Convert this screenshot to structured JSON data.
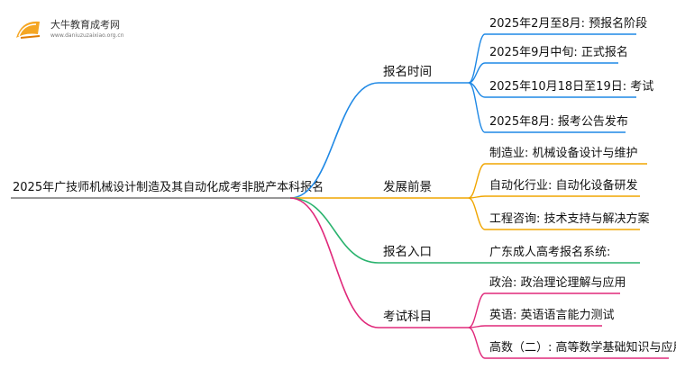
{
  "logo": {
    "icon": "book-icon",
    "name": "大牛教育成考网",
    "url": "www.daniuzuzaixiao.org.cn"
  },
  "root": "2025年广技师机械设计制造及其自动化成考非脱产本科报名",
  "branches": [
    {
      "label": "报名时间",
      "color": "#1e88e5",
      "leaves": [
        "2025年2月至8月: 预报名阶段",
        "2025年9月中旬: 正式报名",
        "2025年10月18日至19日: 考试",
        "2025年8月: 报考公告发布"
      ]
    },
    {
      "label": "发展前景",
      "color": "#f0a500",
      "leaves": [
        "制造业: 机械设备设计与维护",
        "自动化行业: 自动化设备研发",
        "工程咨询: 技术支持与解决方案"
      ]
    },
    {
      "label": "报名入口",
      "color": "#2ab36e",
      "leaves": [
        "广东成人高考报名系统:"
      ]
    },
    {
      "label": "考试科目",
      "color": "#e0287a",
      "leaves": [
        "政治: 政治理论理解与应用",
        "英语: 英语语言能力测试",
        "高数（二）: 高等数学基础知识与应用"
      ]
    }
  ]
}
